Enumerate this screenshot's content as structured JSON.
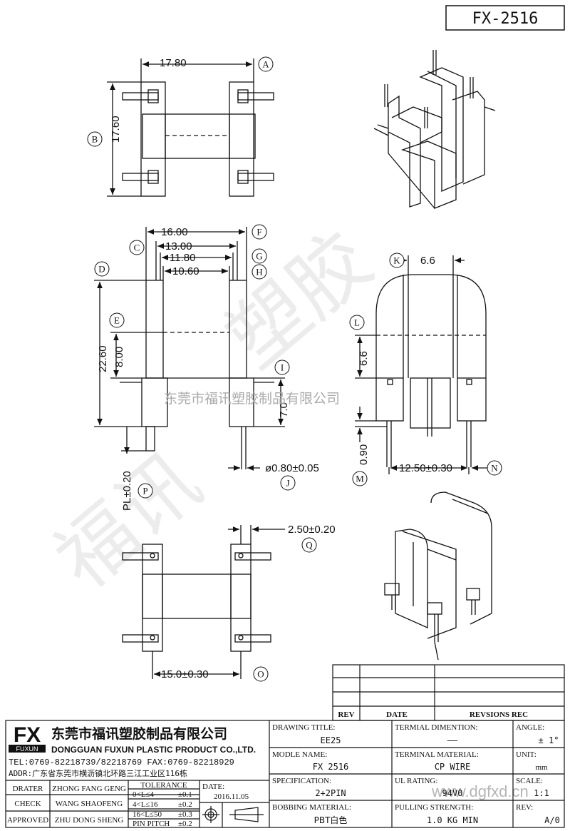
{
  "part_number": "FX-2516",
  "dims": {
    "top_width": "17.80",
    "top_height": "17.60",
    "d_16": "16.00",
    "d_13": "13.00",
    "d_1180": "11.80",
    "d_1060": "10.60",
    "d_2260": "22.60",
    "d_800": "8.00",
    "d_7": "7.0",
    "d_66w": "6.6",
    "d_66h": "6.6",
    "pin_dia": "ø0.80±0.05",
    "pin_pitch": "12.50±0.30",
    "d_090": "0.90",
    "pl": "PL±0.20",
    "d_250": "2.50±0.20",
    "d_150": "15.0±0.30"
  },
  "markers": {
    "A": "A",
    "B": "B",
    "C": "C",
    "D": "D",
    "E": "E",
    "F": "F",
    "G": "G",
    "H": "H",
    "I": "I",
    "J": "J",
    "K": "K",
    "L": "L",
    "M": "M",
    "N": "N",
    "O": "O",
    "P": "P",
    "Q": "Q"
  },
  "watermark": "东莞市福讯塑胶制品有限公司",
  "watermark_url": "www.dgfxd.cn",
  "rev_table": {
    "rev": "REV",
    "date": "DATE",
    "rec": "REVSIONS REC"
  },
  "company": {
    "logo": "FX",
    "logo_sub": "FUXUN",
    "name_cn": "东莞市福讯塑胶制品有限公司",
    "name_en": "DONGGUAN FUXUN PLASTIC PRODUCT CO.,LTD.",
    "tel": "TEL:0769-82218739/82218769 FAX:0769-82218929",
    "addr": "ADDR:广东省东莞市横沥镇北环路三江工业区116栋"
  },
  "approvals": [
    {
      "role": "DRATER",
      "name": "ZHONG FANG GENG"
    },
    {
      "role": "CHECK",
      "name": "WANG SHAOFENG"
    },
    {
      "role": "APPROVED",
      "name": "ZHU DONG SHENG"
    }
  ],
  "tolerance": {
    "header": "TOLERANCE",
    "rows": [
      {
        "range": "0<L≤4",
        "val": "±0.1"
      },
      {
        "range": "4<L≤16",
        "val": "±0.2"
      },
      {
        "range": "16<L≤50",
        "val": "±0.3"
      },
      {
        "range": "PIN PITCH",
        "val": "±0.2"
      }
    ]
  },
  "date": {
    "label": "DATE:",
    "value": "2016.11.05"
  },
  "fields": {
    "drawing_title_label": "DRAWING TITLE:",
    "drawing_title": "EE25",
    "terminal_dim_label": "TERMIAL DIMENTION:",
    "terminal_dim": "——",
    "angle_label": "ANGLE:",
    "angle": "± 1°",
    "model_label": "MODLE NAME:",
    "model": "FX 2516",
    "terminal_mat_label": "TERMINAL MATERIAL:",
    "terminal_mat": "CP WIRE",
    "unit_label": "UNIT:",
    "unit": "mm",
    "spec_label": "SPECIFICATION:",
    "spec": "2+2PIN",
    "ul_label": "UL RATING:",
    "ul": "94V0",
    "scale_label": "SCALE:",
    "scale": "1:1",
    "bobbin_mat_label": "BOBBING MATERIAL:",
    "bobbin_mat": "PBT白色",
    "pull_label": "PULLING STRENGTH:",
    "pull": "1.0 KG MIN",
    "rev_label": "REV:",
    "rev": "A/0"
  }
}
